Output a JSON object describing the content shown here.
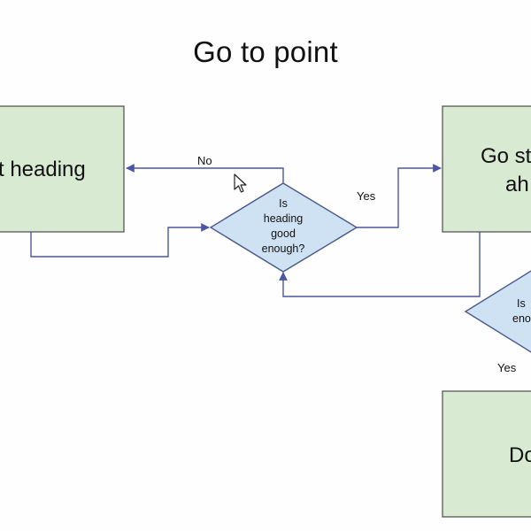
{
  "title": "Go to point",
  "nodes": {
    "adjust_heading": {
      "label": "t heading",
      "color": "#d9ead3"
    },
    "go_straight": {
      "lines": [
        "Go st",
        "ah"
      ],
      "color": "#d9ead3"
    },
    "done": {
      "label": "Do",
      "color": "#d9ead3"
    },
    "heading_check": {
      "lines": [
        "Is",
        "heading",
        "good",
        "enough?"
      ],
      "color": "#cfe2f3"
    },
    "distance_check": {
      "lines": [
        "Is",
        "enou"
      ],
      "color": "#cfe2f3"
    }
  },
  "edges": {
    "no_label": "No",
    "yes_heading_label": "Yes",
    "yes_distance_label": "Yes",
    "line_color": "#4b57a6"
  }
}
